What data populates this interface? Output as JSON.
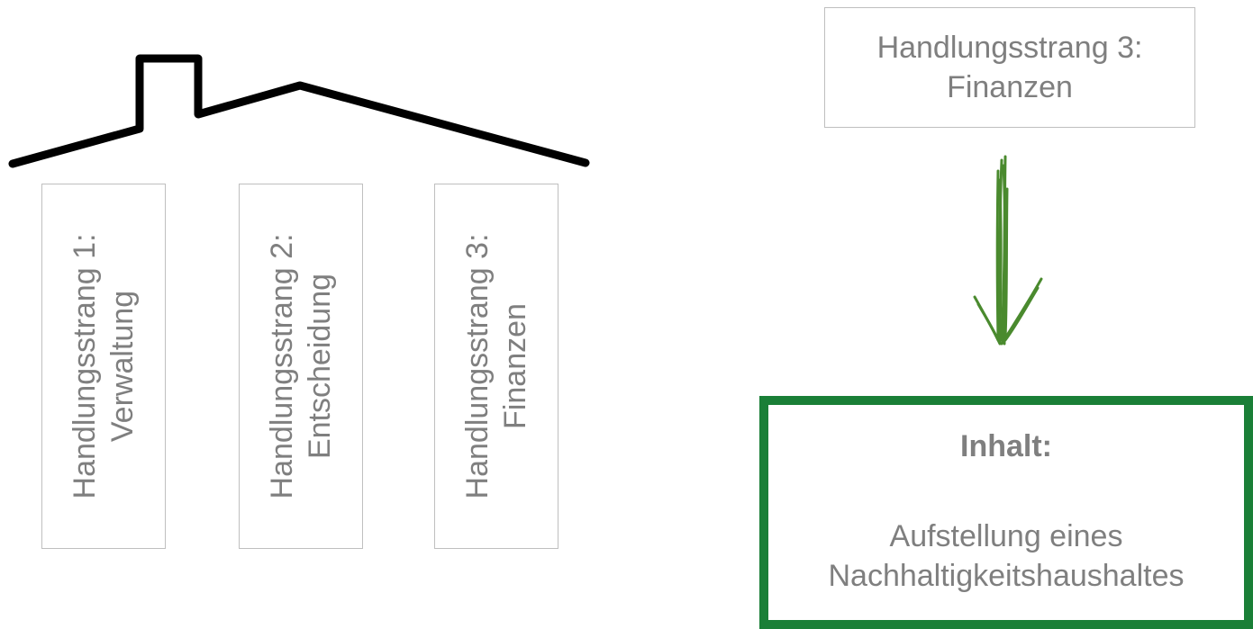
{
  "pillars": [
    {
      "line1": "Handlungsstrang 1:",
      "line2": "Verwaltung"
    },
    {
      "line1": "Handlungsstrang 2:",
      "line2": "Entscheidung"
    },
    {
      "line1": "Handlungsstrang 3:",
      "line2": "Finanzen"
    }
  ],
  "focus_box": {
    "line1": "Handlungsstrang 3:",
    "line2": "Finanzen"
  },
  "content_box": {
    "title": "Inhalt:",
    "line1": "Aufstellung eines",
    "line2": "Nachhaltigkeitshaushaltes"
  },
  "colors": {
    "roof": "#000000",
    "arrow": "#4a8a2e",
    "content_border": "#1a7f37",
    "text": "#7f7f7f",
    "box_border": "#bfbfbf"
  },
  "icons": {
    "roof": "house-roof-icon",
    "arrow": "arrow-down-icon"
  }
}
